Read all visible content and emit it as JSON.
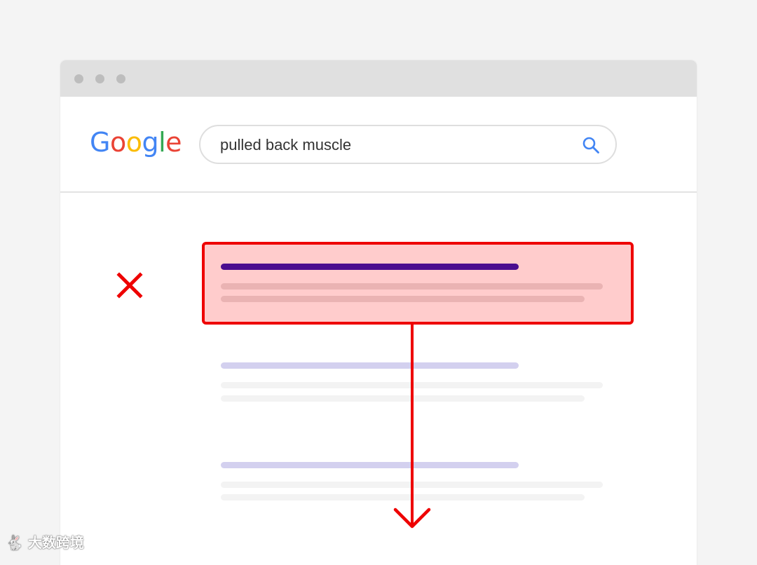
{
  "browser": {
    "window_dots": [
      "close",
      "minimize",
      "maximize"
    ]
  },
  "google": {
    "logo_letters": [
      {
        "char": "G",
        "color": "#4285F4"
      },
      {
        "char": "o",
        "color": "#EA4335"
      },
      {
        "char": "o",
        "color": "#FBBC05"
      },
      {
        "char": "g",
        "color": "#4285F4"
      },
      {
        "char": "l",
        "color": "#34A853"
      },
      {
        "char": "e",
        "color": "#EA4335"
      }
    ]
  },
  "search": {
    "query": "pulled back muscle",
    "icon": "search-icon",
    "icon_color": "#4285F4"
  },
  "results": [
    {
      "state": "highlighted-rejected",
      "title_color": "#4a0e8f",
      "snippet_color": "#eab3b3"
    },
    {
      "state": "faded",
      "title_color": "#d3d0ef",
      "snippet_color": "#f3f3f3"
    },
    {
      "state": "faded",
      "title_color": "#d3d0ef",
      "snippet_color": "#f3f3f3"
    }
  ],
  "annotation": {
    "reject_icon": "x-icon",
    "arrow_icon": "arrow-down-icon",
    "color": "#ee0000",
    "highlight_fill": "#ffcccc"
  },
  "watermark": {
    "text": "大数跨境"
  }
}
